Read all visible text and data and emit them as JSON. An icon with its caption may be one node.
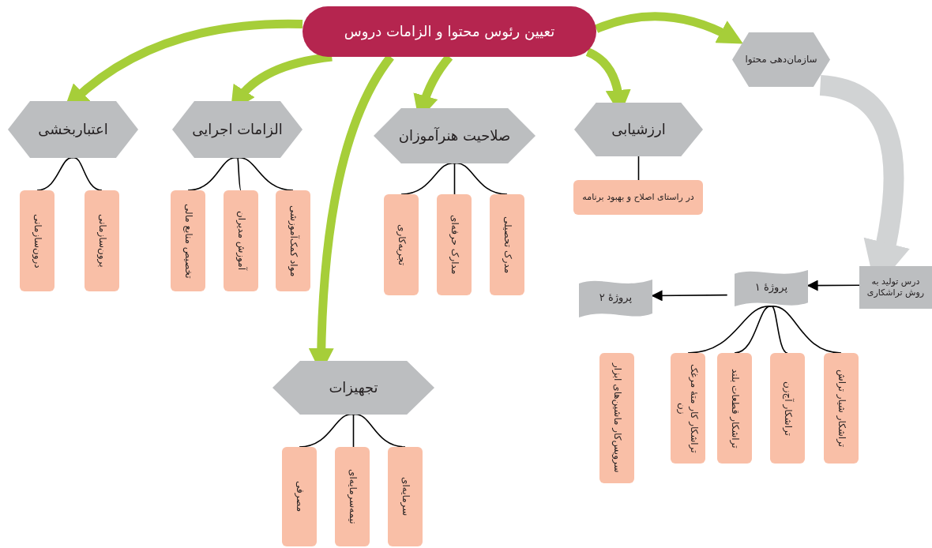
{
  "diagram": {
    "nodes": [
      {
        "text": [
          "تعیین رئوس محتوا و الزامات دروس"
        ]
      },
      {
        "text": [
          "اعتباربخشی"
        ]
      },
      {
        "text": [
          "درون‌سازمانی"
        ]
      },
      {
        "text": [
          "برون‌سازمانی"
        ]
      },
      {
        "text": [
          "الزامات اجرایی"
        ]
      },
      {
        "text": [
          "تخصیص منابع مالی"
        ]
      },
      {
        "text": [
          "آموزش مدیران"
        ]
      },
      {
        "text": [
          "مواد کمک‌آموزشی"
        ]
      },
      {
        "text": [
          "صلاحیت هنرآموزان"
        ]
      },
      {
        "text": [
          "تجربه‌کاری"
        ]
      },
      {
        "text": [
          "مدارک حرفه‌ای"
        ]
      },
      {
        "text": [
          "مدرک تحصیلی"
        ]
      },
      {
        "text": [
          "ارزشیابی"
        ]
      },
      {
        "text": [
          "در راستای اصلاح و بهبود برنامه"
        ]
      },
      {
        "text": [
          "سازمان‌دهی محتوا"
        ]
      },
      {
        "text": [
          "تجهیزات"
        ]
      },
      {
        "text": [
          "مصرفی"
        ]
      },
      {
        "text": [
          "نیمه‌سرمایه‌ای"
        ]
      },
      {
        "text": [
          "سرمایه‌ای"
        ]
      },
      {
        "text": [
          "درس تولید به روش تراشکاری"
        ]
      },
      {
        "text": [
          "پروژهٔ ۱"
        ]
      },
      {
        "text": [
          "پروژهٔ ۲"
        ]
      },
      {
        "text": [
          "سرویس‌کار ماشین‌های ابزار"
        ]
      },
      {
        "text": [
          "تراشکار کار متهٔ مرغک زن"
        ]
      },
      {
        "text": [
          "تراشکار قطعات بلند"
        ]
      },
      {
        "text": [
          "تراشکار آج‌زن"
        ]
      },
      {
        "text": [
          "تراشکار شیار تراش"
        ]
      }
    ],
    "edges": [
      {
        "from": 0,
        "to": 1,
        "arrow": "to",
        "style": "thick",
        "color": "#a6ce39"
      },
      {
        "from": 0,
        "to": 4,
        "arrow": "to",
        "style": "thick",
        "color": "#a6ce39"
      },
      {
        "from": 0,
        "to": 15,
        "arrow": "to",
        "style": "thick",
        "color": "#a6ce39"
      },
      {
        "from": 0,
        "to": 8,
        "arrow": "to",
        "style": "thick",
        "color": "#a6ce39"
      },
      {
        "from": 0,
        "to": 12,
        "arrow": "to",
        "style": "thick",
        "color": "#a6ce39"
      },
      {
        "from": 0,
        "to": 14,
        "arrow": "to",
        "style": "thick",
        "color": "#a6ce39"
      },
      {
        "from": 14,
        "to": 19,
        "arrow": "to",
        "style": "thick",
        "color": "#d1d3d4"
      },
      {
        "from": 1,
        "to": 2,
        "arrow": "none"
      },
      {
        "from": 1,
        "to": 3,
        "arrow": "none"
      },
      {
        "from": 4,
        "to": 5,
        "arrow": "none"
      },
      {
        "from": 4,
        "to": 6,
        "arrow": "none"
      },
      {
        "from": 4,
        "to": 7,
        "arrow": "none"
      },
      {
        "from": 8,
        "to": 9,
        "arrow": "none"
      },
      {
        "from": 8,
        "to": 10,
        "arrow": "none"
      },
      {
        "from": 8,
        "to": 11,
        "arrow": "none"
      },
      {
        "from": 12,
        "to": 13,
        "arrow": "none"
      },
      {
        "from": 15,
        "to": 16,
        "arrow": "none"
      },
      {
        "from": 15,
        "to": 17,
        "arrow": "none"
      },
      {
        "from": 15,
        "to": 18,
        "arrow": "none"
      },
      {
        "from": 19,
        "to": 20,
        "arrow": "to"
      },
      {
        "from": 20,
        "to": 21,
        "arrow": "to"
      },
      {
        "from": 20,
        "to": 23,
        "arrow": "none"
      },
      {
        "from": 20,
        "to": 24,
        "arrow": "none"
      },
      {
        "from": 20,
        "to": 25,
        "arrow": "none"
      },
      {
        "from": 20,
        "to": 26,
        "arrow": "none"
      }
    ]
  }
}
